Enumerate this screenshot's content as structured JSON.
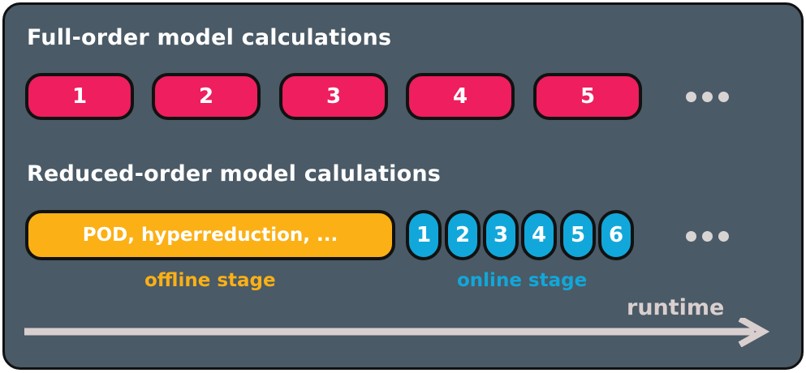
{
  "full_order": {
    "heading": "Full-order model calculations",
    "boxes": [
      "1",
      "2",
      "3",
      "4",
      "5"
    ],
    "color": "#ee1e5f"
  },
  "reduced_order": {
    "heading": "Reduced-order model calulations",
    "offline_box": "POD, hyperreduction, ...",
    "online_boxes": [
      "1",
      "2",
      "3",
      "4",
      "5",
      "6"
    ],
    "offline_color": "#fbb016",
    "online_color": "#12a7da"
  },
  "labels": {
    "offline_stage": "offline stage",
    "online_stage": "online stage",
    "runtime": "runtime"
  },
  "colors": {
    "panel_background": "#4a5a66",
    "ellipsis_dots": "#d9d4d4",
    "runtime_arrow": "#d9cfcf"
  }
}
